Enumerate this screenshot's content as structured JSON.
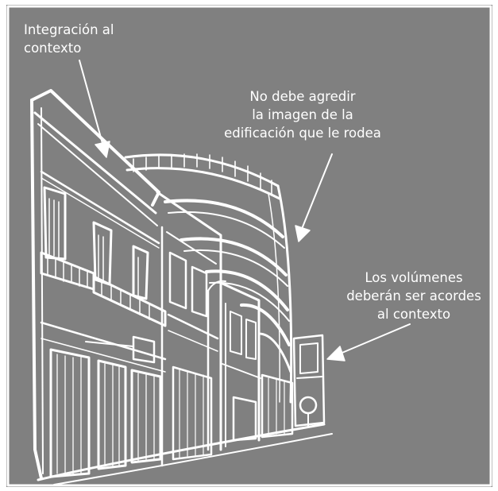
{
  "annotations": [
    {
      "id": "context",
      "lines": [
        "Integración al",
        "contexto"
      ]
    },
    {
      "id": "image",
      "lines": [
        "No debe agredir",
        "la imagen de la",
        "edificación que le rodea"
      ]
    },
    {
      "id": "volumes",
      "lines": [
        "Los volúmenes",
        "deberán ser acordes",
        "al contexto"
      ]
    }
  ],
  "colors": {
    "background": "#808080",
    "ink": "#ffffff",
    "frame": "#ffffff"
  }
}
